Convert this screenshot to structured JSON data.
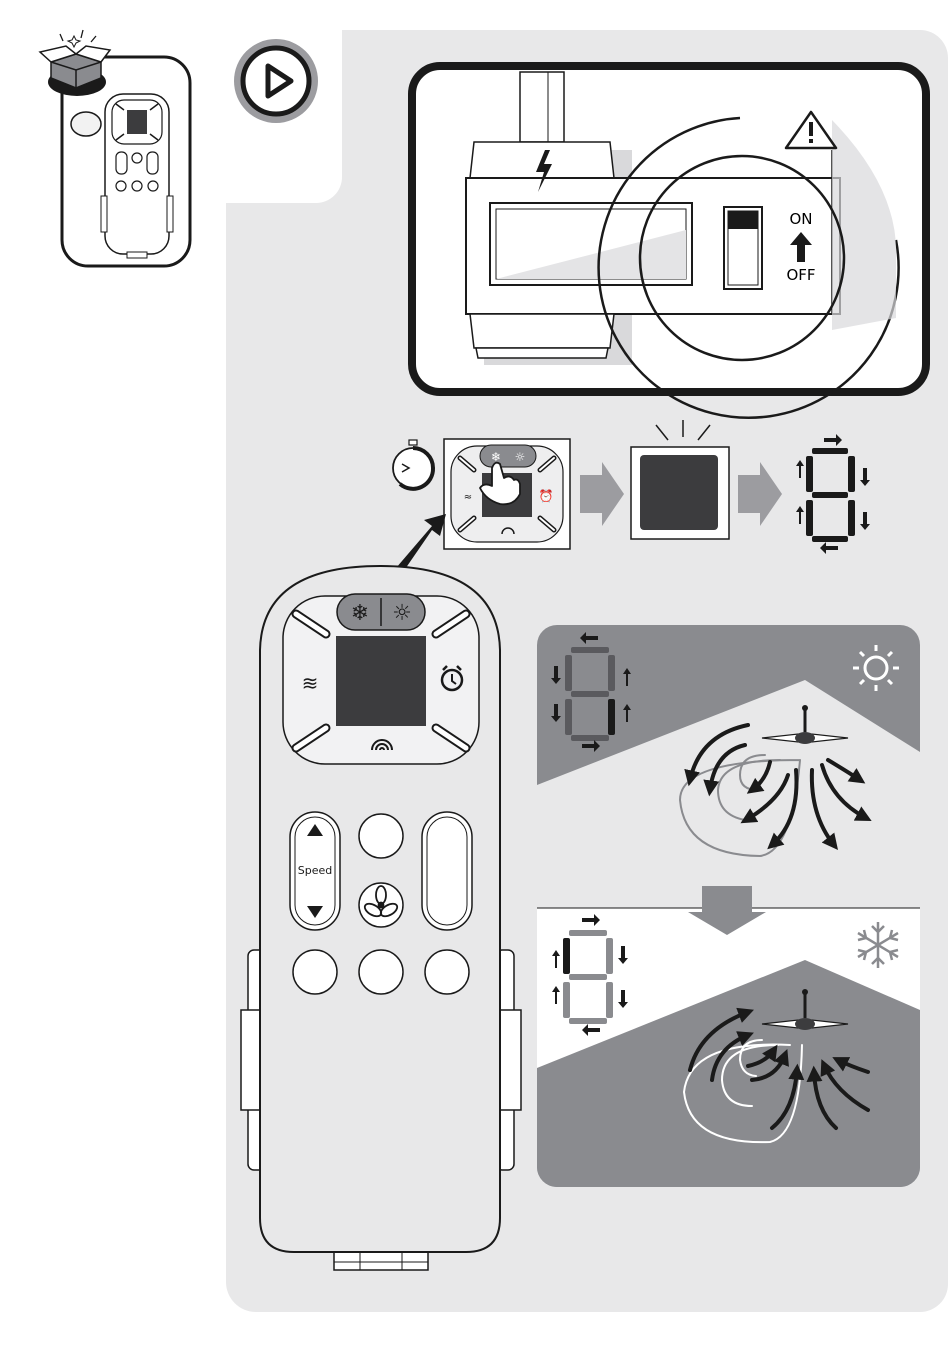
{
  "switch": {
    "on_label": "ON",
    "off_label": "OFF"
  },
  "remote": {
    "speed_label": "Speed"
  },
  "icons": {
    "unbox": "open-box-icon",
    "play": "play-icon",
    "warning": "warning-triangle-icon",
    "power": "lightning-bolt-icon",
    "timer": "stopwatch-icon",
    "cool": "snowflake-icon",
    "heat": "sun-icon",
    "alarm": "alarm-clock-icon",
    "signal": "wireless-signal-icon",
    "fan": "fan-icon",
    "wind": "wind-icon"
  },
  "colors": {
    "panel": "#e8e8e9",
    "dark": "#3c3c3e",
    "mode_bg": "#8a8b8f",
    "line": "#1a1a1a"
  }
}
